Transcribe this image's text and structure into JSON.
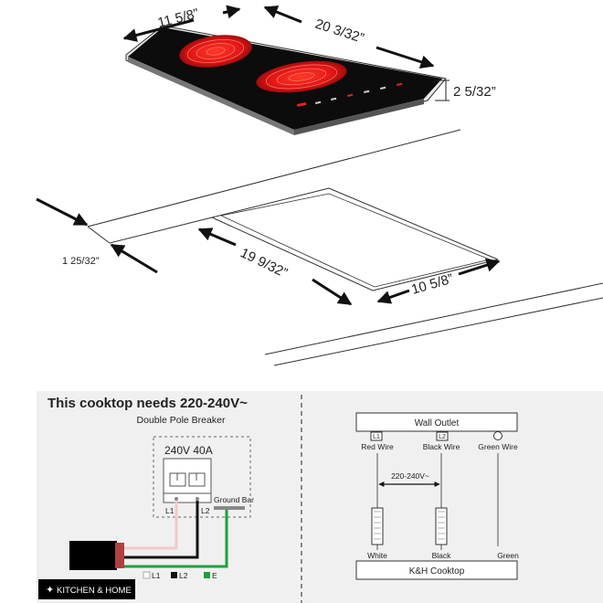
{
  "cooktop_dims": {
    "depth": "11 5/8”",
    "width": "20 3/32”",
    "height": "2 5/32”"
  },
  "cutout_dims": {
    "countertop_thickness": "1 25/32”",
    "length": "19 9/32”",
    "width": "10 5/8”"
  },
  "wiring_panel": {
    "title": "This cooktop needs 220-240V~",
    "breaker_title": "Double Pole Breaker",
    "breaker_rating": "240V 40A",
    "terminal_l1": "L1",
    "terminal_l2": "L2",
    "ground_bar": "Ground Bar",
    "legend": [
      {
        "label": "L1",
        "color": "#ffffff"
      },
      {
        "label": "L2",
        "color": "#111111"
      },
      {
        "label": "E",
        "color": "#1fa03a"
      }
    ],
    "logo_text": "KITCHEN & HOME"
  },
  "schematic": {
    "outlet_label": "Wall Outlet",
    "l1_tag": "L1",
    "l2_tag": "L2",
    "red_wire": "Red Wire",
    "black_wire": "Black Wire",
    "green_wire": "Green Wire",
    "voltage": "220-240V~",
    "white": "White",
    "black": "Black",
    "green": "Green",
    "cooktop_label": "K&H Cooktop"
  },
  "colors": {
    "glass": "#0c0c0c",
    "burner": "#e01616",
    "wire_white": "#f3c9c9",
    "wire_black": "#111111",
    "wire_green": "#1fa03a",
    "panel_bg": "#f0f0f0"
  }
}
